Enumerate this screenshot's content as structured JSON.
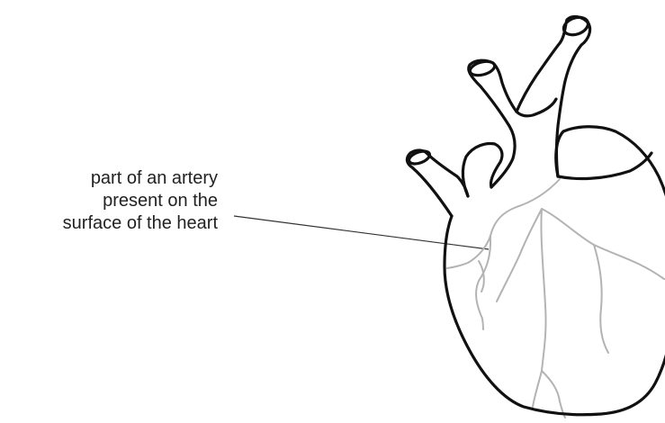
{
  "label": {
    "lines": [
      "part of an artery",
      "present on the",
      "surface of the heart"
    ]
  },
  "colors": {
    "outline": "#111111",
    "vessels": "#b3b3b3",
    "pointer": "#333333",
    "text": "#222222"
  }
}
